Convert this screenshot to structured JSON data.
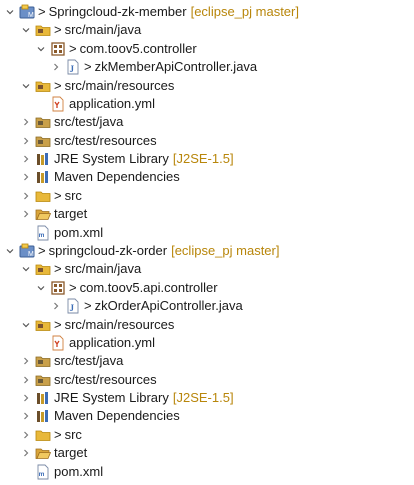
{
  "tree": {
    "rows": [
      {
        "label": "Springcloud-zk-member",
        "decoration": "[eclipse_pj master]",
        "dirty": ">",
        "icon": "project",
        "twisty": "open"
      },
      {
        "label": "src/main/java",
        "dirty": ">",
        "icon": "src-folder",
        "twisty": "open"
      },
      {
        "label": "com.toov5.controller",
        "dirty": ">",
        "icon": "package",
        "twisty": "open"
      },
      {
        "label": "zkMemberApiController.java",
        "dirty": ">",
        "icon": "java-file",
        "twisty": "closed"
      },
      {
        "label": "src/main/resources",
        "dirty": ">",
        "icon": "src-folder",
        "twisty": "open"
      },
      {
        "label": "application.yml",
        "icon": "yml-file",
        "twisty": "none"
      },
      {
        "label": "src/test/java",
        "icon": "src-folder-gray",
        "twisty": "closed"
      },
      {
        "label": "src/test/resources",
        "icon": "src-folder-gray",
        "twisty": "closed"
      },
      {
        "label": "JRE System Library",
        "decoration": "[J2SE-1.5]",
        "icon": "library",
        "twisty": "closed"
      },
      {
        "label": "Maven Dependencies",
        "icon": "library",
        "twisty": "closed"
      },
      {
        "label": "src",
        "dirty": ">",
        "icon": "folder",
        "twisty": "closed"
      },
      {
        "label": "target",
        "icon": "folder-open",
        "twisty": "closed"
      },
      {
        "label": "pom.xml",
        "icon": "xml-file",
        "twisty": "none"
      },
      {
        "label": "springcloud-zk-order",
        "decoration": "[eclipse_pj master]",
        "dirty": ">",
        "icon": "project",
        "twisty": "open"
      },
      {
        "label": "src/main/java",
        "dirty": ">",
        "icon": "src-folder",
        "twisty": "open"
      },
      {
        "label": "com.toov5.api.controller",
        "dirty": ">",
        "icon": "package",
        "twisty": "open"
      },
      {
        "label": "zkOrderApiController.java",
        "dirty": ">",
        "icon": "java-file",
        "twisty": "closed"
      },
      {
        "label": "src/main/resources",
        "dirty": ">",
        "icon": "src-folder",
        "twisty": "open"
      },
      {
        "label": "application.yml",
        "icon": "yml-file",
        "twisty": "none"
      },
      {
        "label": "src/test/java",
        "icon": "src-folder-gray",
        "twisty": "closed"
      },
      {
        "label": "src/test/resources",
        "icon": "src-folder-gray",
        "twisty": "closed"
      },
      {
        "label": "JRE System Library",
        "decoration": "[J2SE-1.5]",
        "icon": "library",
        "twisty": "closed"
      },
      {
        "label": "Maven Dependencies",
        "icon": "library",
        "twisty": "closed"
      },
      {
        "label": "src",
        "dirty": ">",
        "icon": "folder",
        "twisty": "closed"
      },
      {
        "label": "target",
        "icon": "folder-open",
        "twisty": "closed"
      },
      {
        "label": "pom.xml",
        "icon": "xml-file",
        "twisty": "none"
      }
    ]
  },
  "colors": {
    "decoration": "#b8860b",
    "folder": "#e8b83a",
    "package": "#8b5a2b",
    "java_file": "#3b6cb7",
    "library": "#8b6914"
  }
}
